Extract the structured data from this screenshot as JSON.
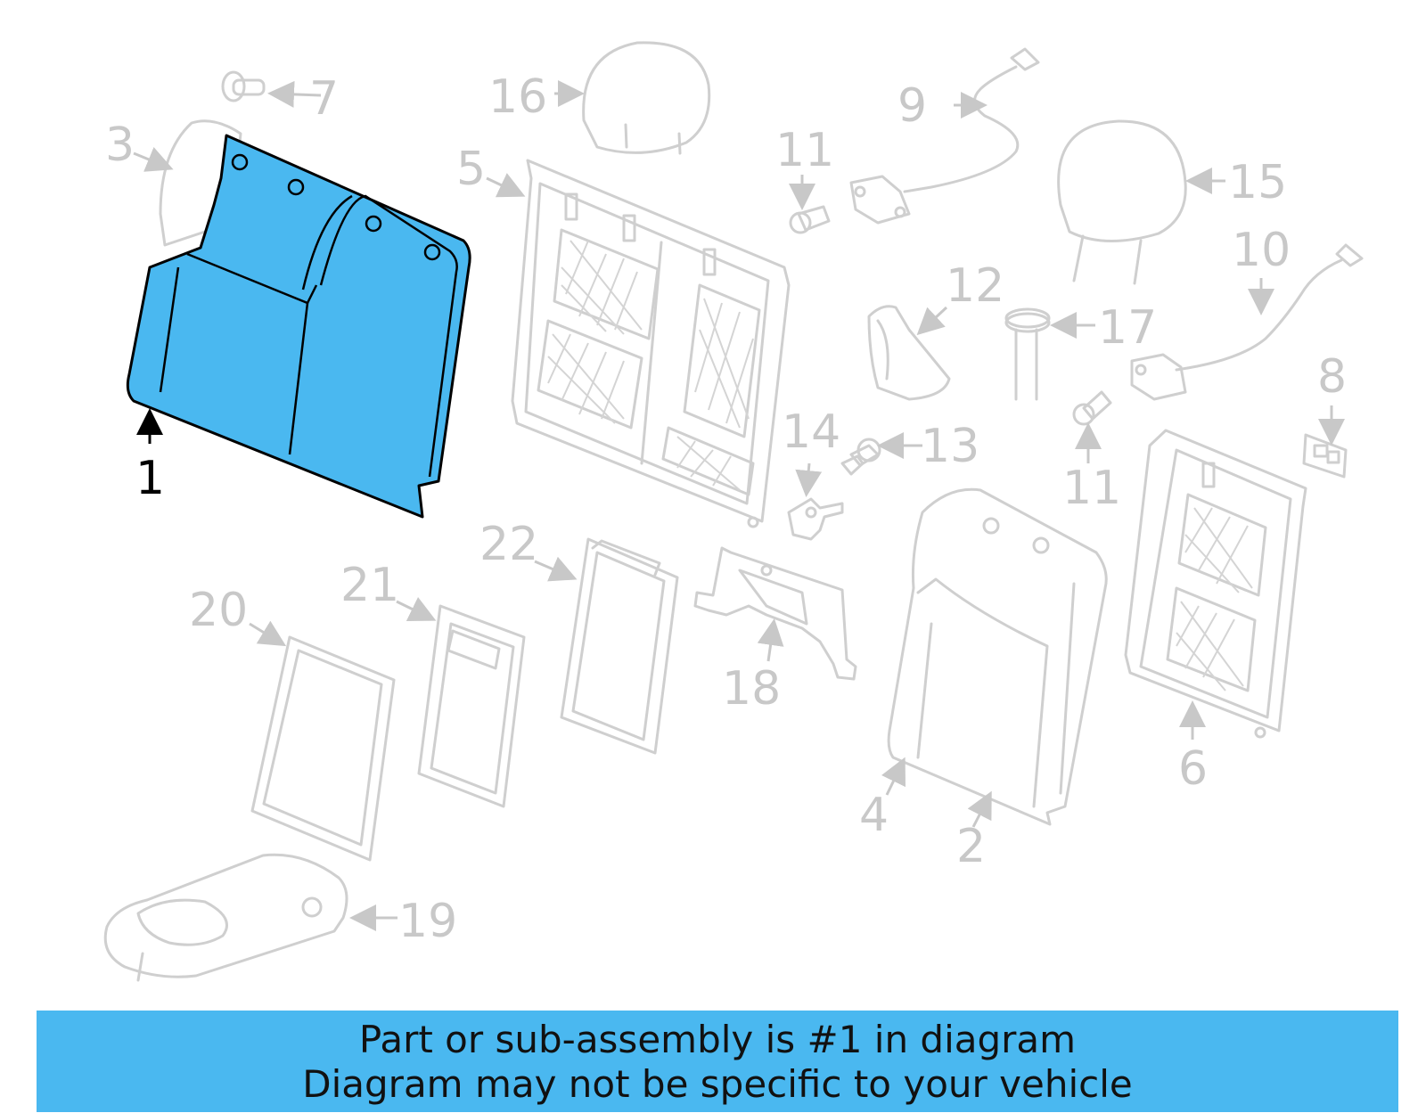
{
  "diagram": {
    "highlighted_part": "1",
    "highlight_color": "#4ab8f0",
    "callouts": [
      "1",
      "2",
      "3",
      "4",
      "5",
      "6",
      "7",
      "8",
      "9",
      "10",
      "11",
      "11",
      "12",
      "13",
      "14",
      "15",
      "16",
      "17",
      "18",
      "19",
      "20",
      "21",
      "22"
    ]
  },
  "banner": {
    "line1": "Part or sub-assembly is #1 in diagram",
    "line2": "Diagram may not be specific to your vehicle",
    "background": "#4ab8f0"
  }
}
